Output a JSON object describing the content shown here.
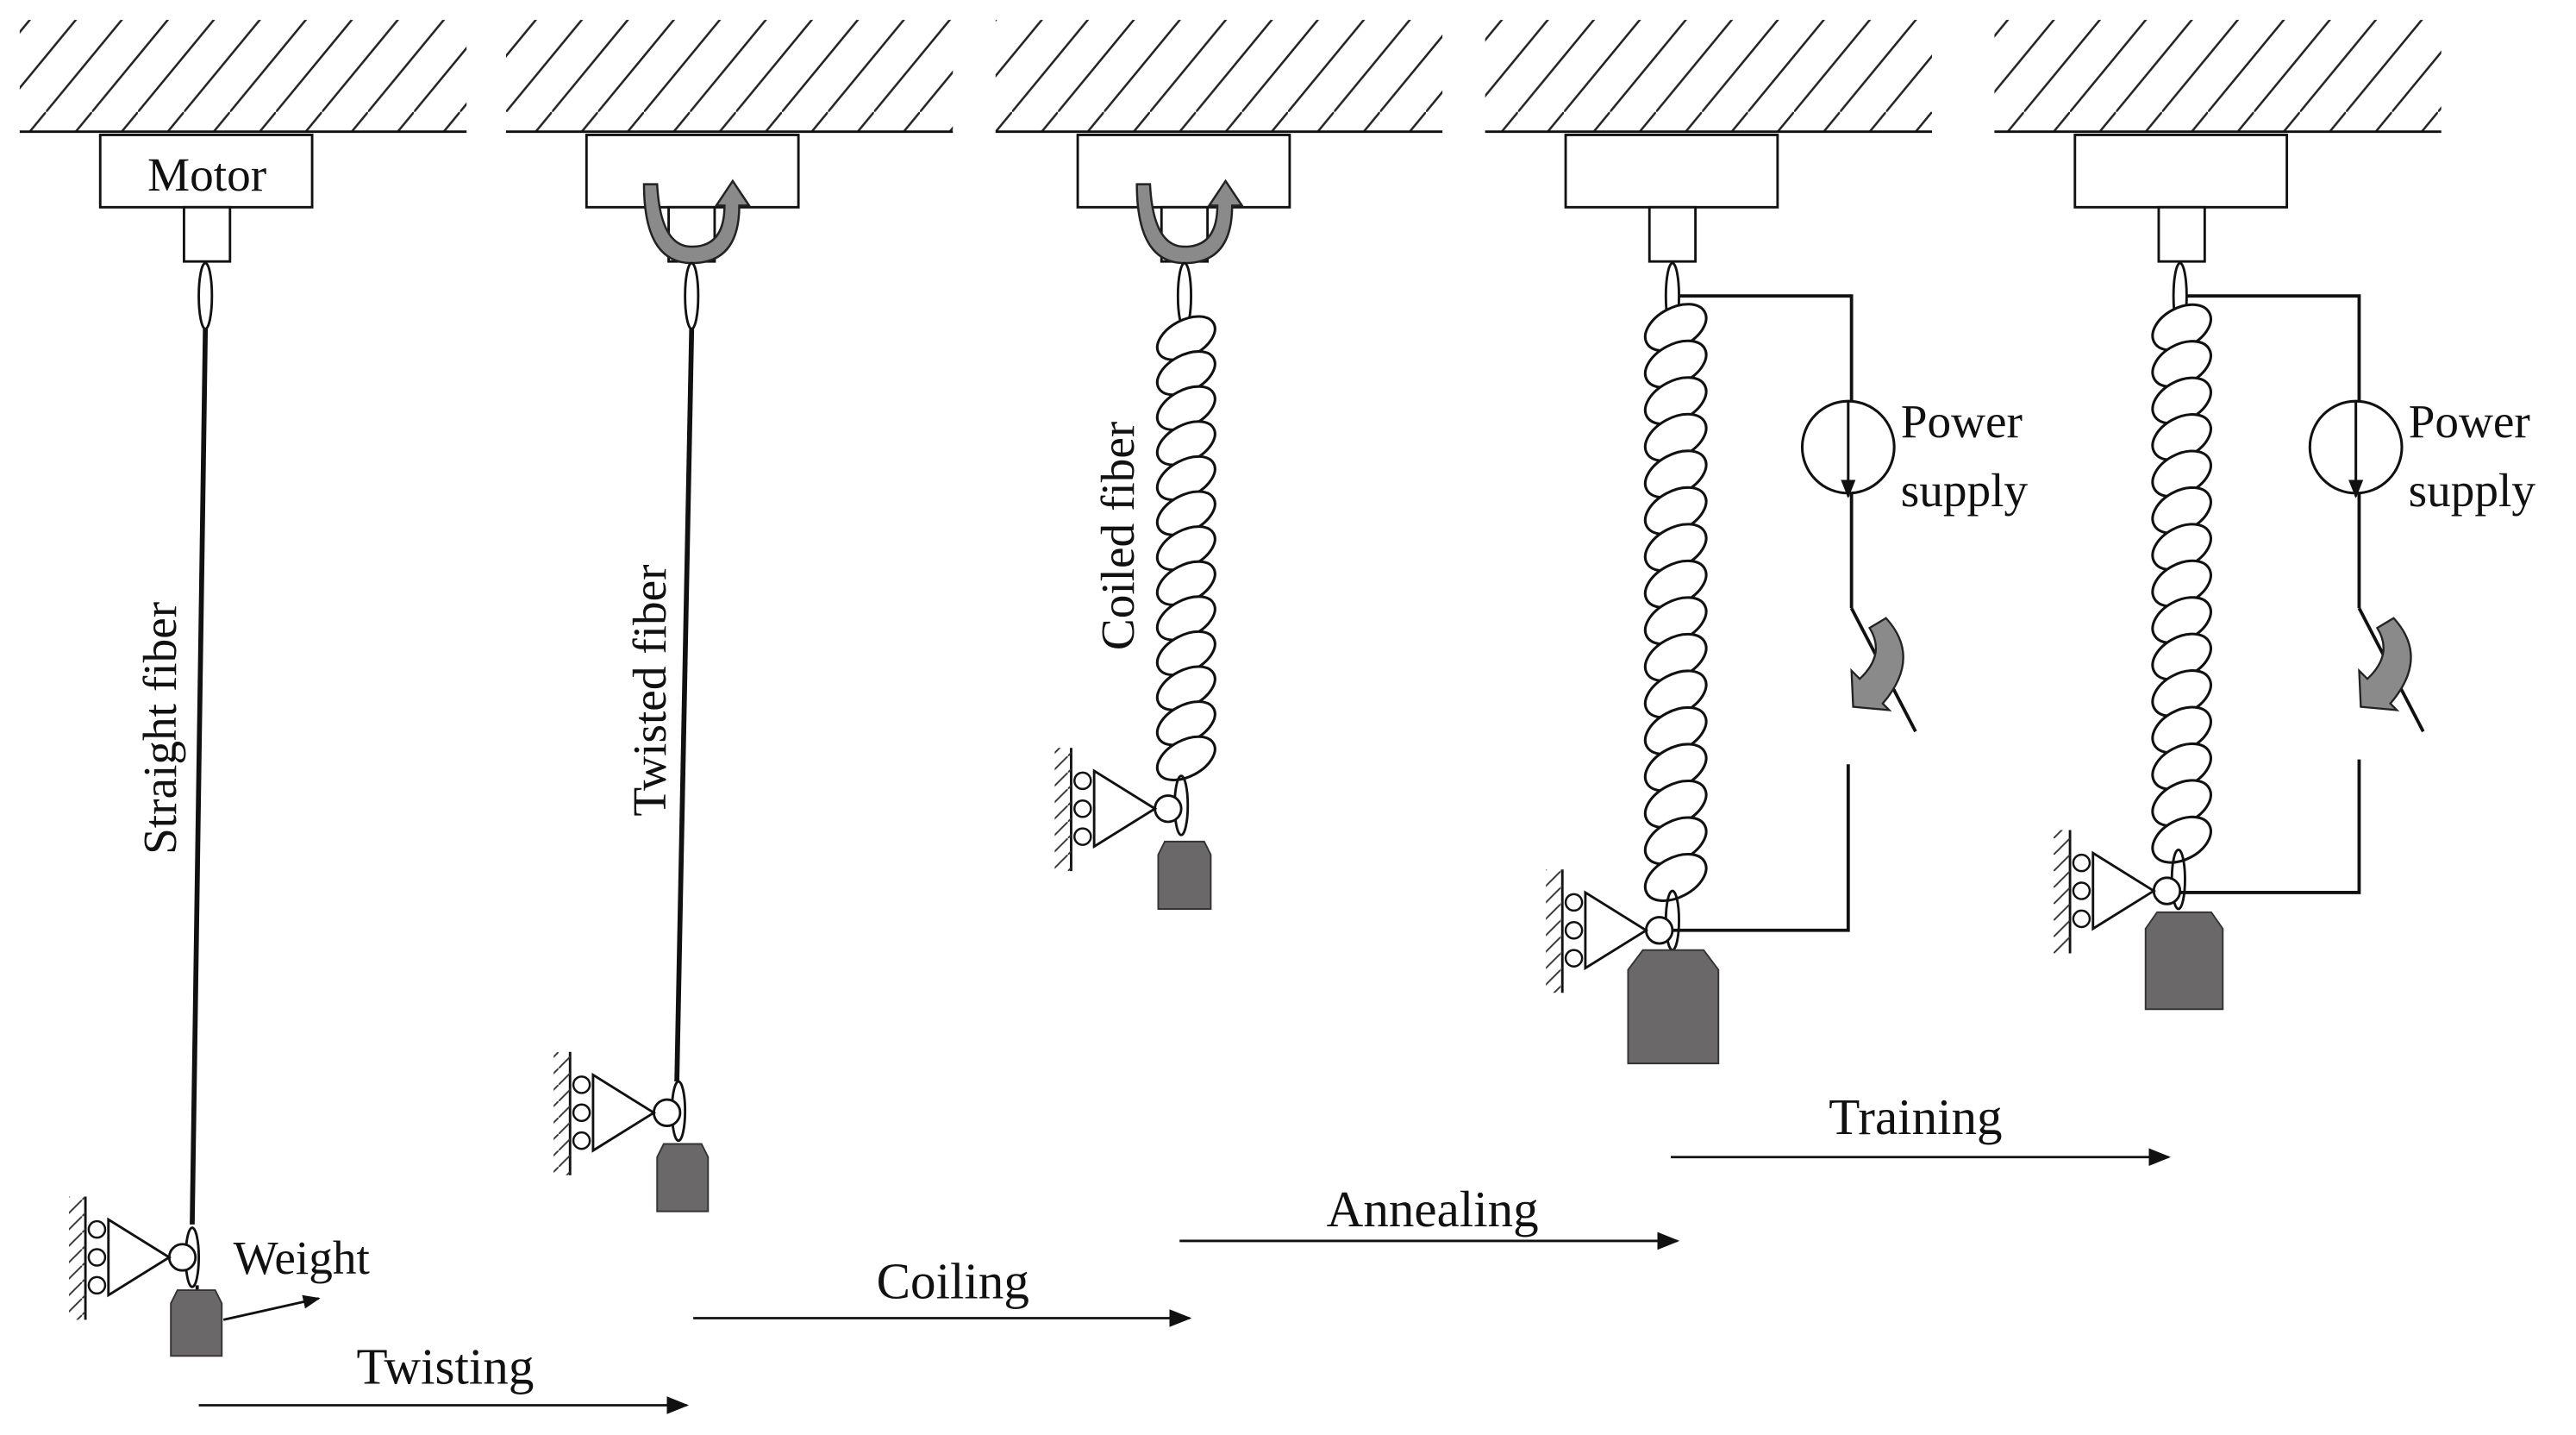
{
  "labels": {
    "motor": "Motor",
    "straight_fiber": "Straight fiber",
    "twisted_fiber": "Twisted fiber",
    "coiled_fiber": "Coiled fiber",
    "weight": "Weight",
    "power_supply_1_line1": "Power",
    "power_supply_1_line2": "supply",
    "power_supply_2_line1": "Power",
    "power_supply_2_line2": "supply"
  },
  "steps": [
    {
      "label": "Twisting"
    },
    {
      "label": "Coiling"
    },
    {
      "label": "Annealing"
    },
    {
      "label": "Training"
    }
  ],
  "colors": {
    "weight_fill": "#6b6869",
    "arrow_fill": "#8a8a8a",
    "line": "#111111"
  }
}
